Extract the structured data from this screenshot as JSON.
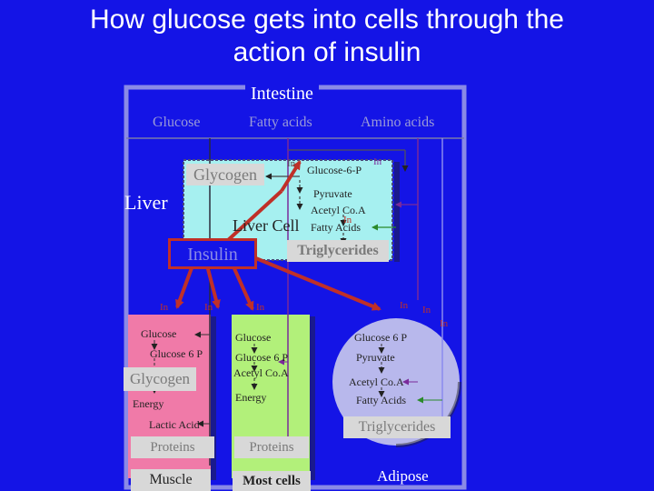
{
  "title_line1": "How glucose gets into cells  through the",
  "title_line2": "action of insulin",
  "intestine": "Intestine",
  "nutrients": {
    "glucose": "Glucose",
    "fatty_acids": "Fatty acids",
    "amino_acids": "Amino acids"
  },
  "liver": {
    "label": "Liver",
    "cell_label": "Liver Cell",
    "glycogen": "Glycogen",
    "triglycerides": "Triglycerides",
    "pathway": [
      "Glucose-6-P",
      "Pyruvate",
      "Acetyl Co.A",
      "Fatty Acids"
    ]
  },
  "insulin": "Insulin",
  "insulin_marker": "In",
  "muscle": {
    "label": "Muscle",
    "glycogen": "Glycogen",
    "proteins": "Proteins",
    "pathway": [
      "Glucose",
      "Glucose 6 P",
      "Energy",
      "Lactic Acid"
    ]
  },
  "most_cells": {
    "label": "Most cells",
    "proteins": "Proteins",
    "pathway": [
      "Glucose",
      "Glucose 6 P",
      "Acetyl Co.A",
      "Energy"
    ]
  },
  "adipose": {
    "label": "Adipose",
    "triglycerides": "Triglycerides",
    "pathway": [
      "Glucose 6 P",
      "Pyruvate",
      "Acetyl Co.A",
      "Fatty Acids"
    ]
  },
  "colors": {
    "background": "#1414e6",
    "liver_cell": "#a6f0f0",
    "muscle_cell": "#f07aa8",
    "most_cells": "#b2f07a",
    "adipose_cell": "#b8b8ec",
    "label_box": "#d8d8d8",
    "insulin_arrow": "#c03028",
    "nutrient_text": "#9a9ad8"
  }
}
